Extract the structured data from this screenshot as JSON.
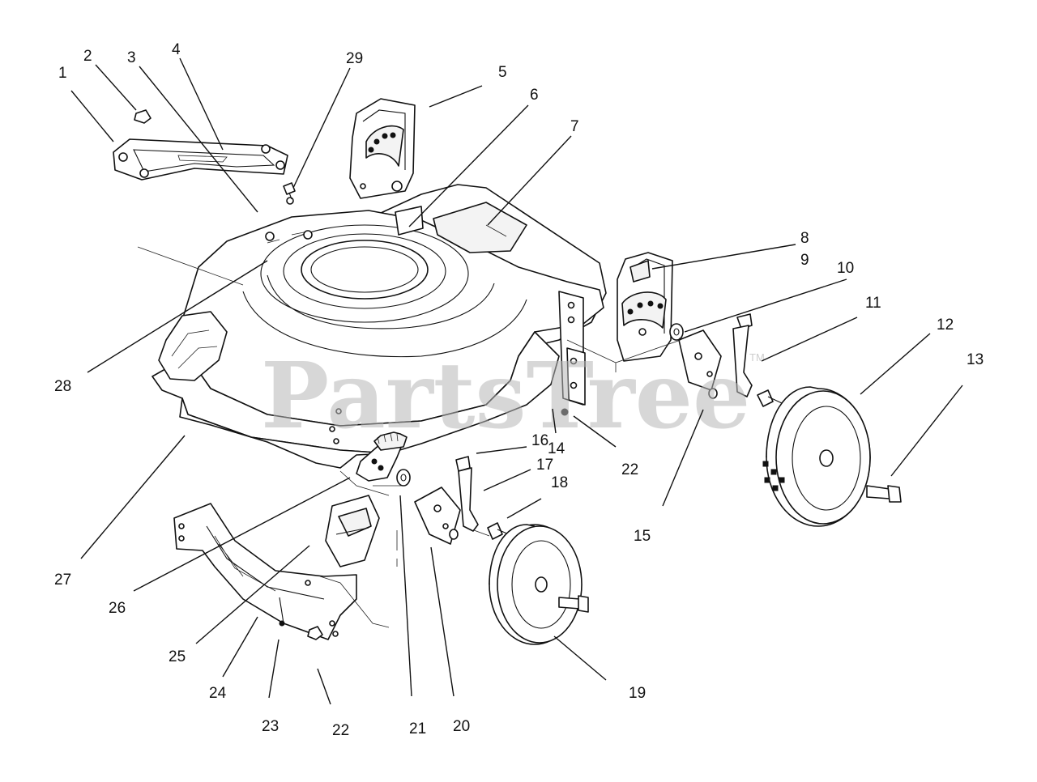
{
  "watermark": {
    "text": "PartsTree",
    "trademark": "TM"
  },
  "callouts": [
    {
      "id": "c1",
      "label": "1"
    },
    {
      "id": "c2",
      "label": "2"
    },
    {
      "id": "c3",
      "label": "3"
    },
    {
      "id": "c4",
      "label": "4"
    },
    {
      "id": "c5",
      "label": "5"
    },
    {
      "id": "c6",
      "label": "6"
    },
    {
      "id": "c7",
      "label": "7"
    },
    {
      "id": "c8",
      "label": "8"
    },
    {
      "id": "c9",
      "label": "9"
    },
    {
      "id": "c10",
      "label": "10"
    },
    {
      "id": "c11",
      "label": "11"
    },
    {
      "id": "c12",
      "label": "12"
    },
    {
      "id": "c13",
      "label": "13"
    },
    {
      "id": "c14",
      "label": "14"
    },
    {
      "id": "c15",
      "label": "15"
    },
    {
      "id": "c16",
      "label": "16"
    },
    {
      "id": "c17",
      "label": "17"
    },
    {
      "id": "c18",
      "label": "18"
    },
    {
      "id": "c19",
      "label": "19"
    },
    {
      "id": "c20",
      "label": "20"
    },
    {
      "id": "c21",
      "label": "21"
    },
    {
      "id": "c22a",
      "label": "22"
    },
    {
      "id": "c22b",
      "label": "22"
    },
    {
      "id": "c23",
      "label": "23"
    },
    {
      "id": "c24",
      "label": "24"
    },
    {
      "id": "c25",
      "label": "25"
    },
    {
      "id": "c26",
      "label": "26"
    },
    {
      "id": "c27",
      "label": "27"
    },
    {
      "id": "c28",
      "label": "28"
    },
    {
      "id": "c29",
      "label": "29"
    }
  ]
}
